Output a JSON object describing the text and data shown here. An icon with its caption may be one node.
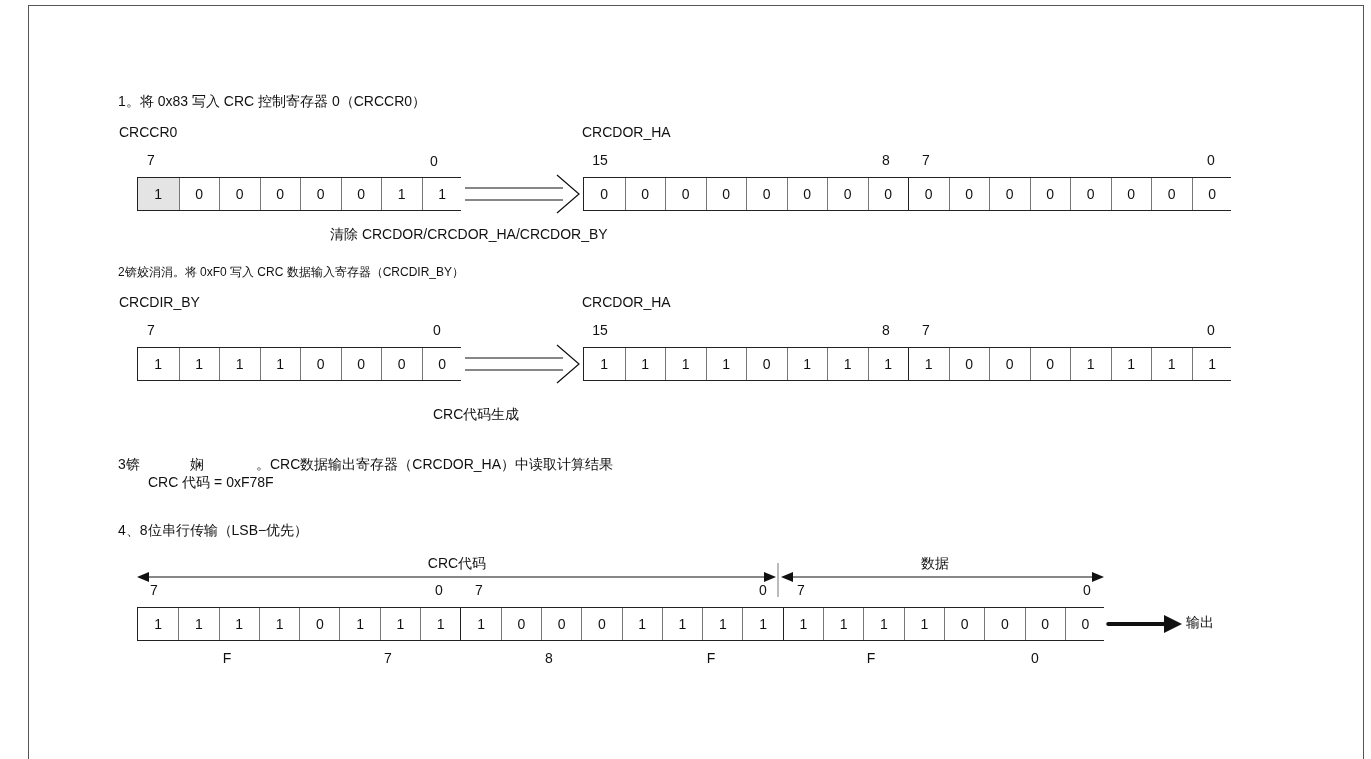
{
  "diagram": {
    "nodes": [
      {
        "text": [
          "1",
          "0",
          "0",
          "0",
          "0",
          "0",
          "1",
          "1"
        ],
        "beside": [
          "CRCCR0",
          "7",
          "0"
        ]
      },
      {
        "text": [
          "0",
          "0",
          "0",
          "0",
          "0",
          "0",
          "0",
          "0",
          "0",
          "0",
          "0",
          "0",
          "0",
          "0",
          "0",
          "0"
        ],
        "beside": [
          "CRCDOR_HA",
          "15",
          "8",
          "7",
          "0"
        ]
      },
      {
        "text": [
          "1",
          "1",
          "1",
          "1",
          "0",
          "0",
          "0",
          "0"
        ],
        "beside": [
          "CRCDIR_BY",
          "7",
          "0"
        ]
      },
      {
        "text": [
          "1",
          "1",
          "1",
          "1",
          "0",
          "1",
          "1",
          "1",
          "1",
          "0",
          "0",
          "0",
          "1",
          "1",
          "1",
          "1"
        ],
        "beside": [
          "CRCDOR_HA",
          "15",
          "8",
          "7",
          "0"
        ]
      },
      {
        "text": [
          "1",
          "1",
          "1",
          "1",
          "0",
          "1",
          "1",
          "1",
          "1",
          "0",
          "0",
          "0",
          "1",
          "1",
          "1",
          "1",
          "1",
          "1",
          "1",
          "1",
          "0",
          "0",
          "0",
          "0"
        ],
        "beside": [
          "7",
          "0",
          "7",
          "0",
          "7",
          "0",
          "F",
          "7",
          "8",
          "F",
          "F",
          "0"
        ]
      },
      {
        "text": [
          "输出"
        ]
      }
    ],
    "edges": [
      {
        "from": 0,
        "to": 1,
        "arrow": "to"
      },
      {
        "from": 2,
        "to": 3,
        "arrow": "to"
      },
      {
        "from": 4,
        "to": 5,
        "arrow": "to",
        "style": "thick"
      }
    ],
    "labels": [
      "1。将 0x83 写入 CRC 控制寄存器 0（CRCCR0）",
      "清除 CRCDOR/CRCDOR_HA/CRCDOR_BY",
      "2锛姣涓涓。将 0xF0 写入 CRC 数据输入寄存器（CRCDIR_BY）",
      "CRC代码生成",
      "3锛",
      "娴",
      "。CRC数据输出寄存器（CRCDOR_HA）中读取计算结果",
      "CRC 代码 = 0xF78F",
      "4、8位串行传输（LSB−优先）",
      "CRC代码",
      "数据"
    ]
  }
}
